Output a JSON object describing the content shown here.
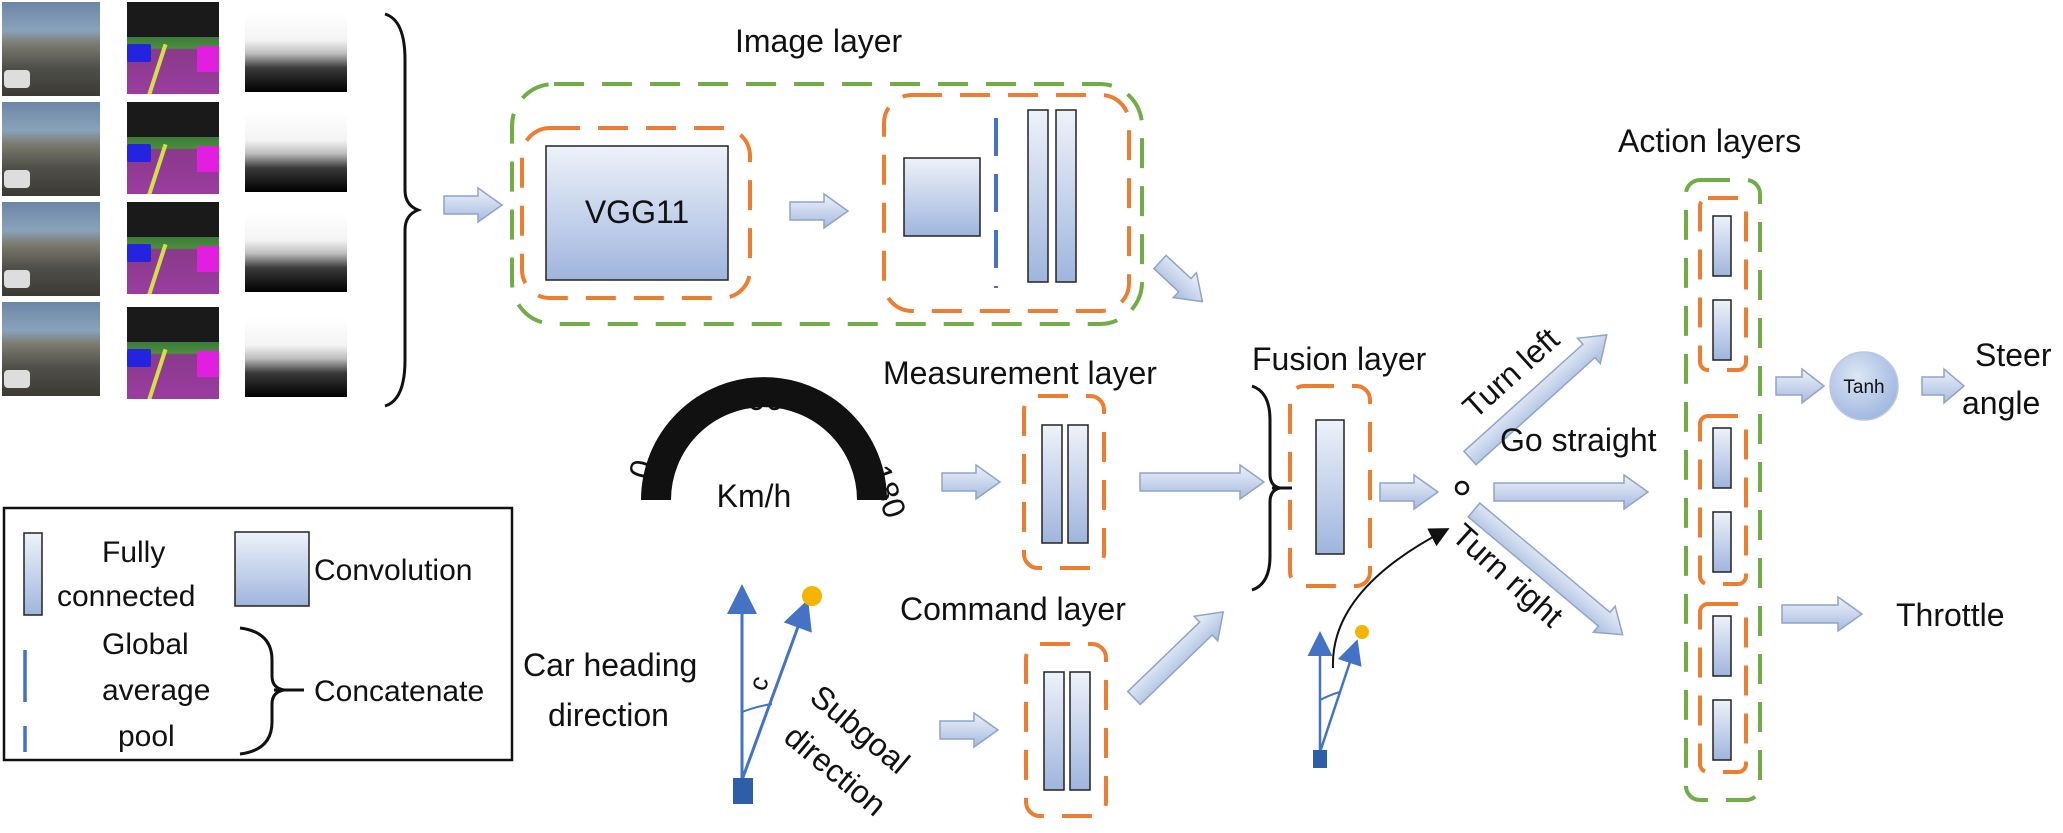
{
  "titles": {
    "image_layer": "Image layer",
    "measurement_layer": "Measurement layer",
    "command_layer": "Command layer",
    "fusion_layer": "Fusion layer",
    "action_layers": "Action layers"
  },
  "blocks": {
    "vgg": "VGG11",
    "tanh": "Tanh"
  },
  "outputs": {
    "steer_line1": "Steer",
    "steer_line2": "angle",
    "throttle": "Throttle"
  },
  "branches": {
    "turn_left": "Turn left",
    "go_straight": "Go straight",
    "turn_right": "Turn right"
  },
  "speedometer": {
    "min": "0",
    "mid": "90",
    "max": "180",
    "unit": "Km/h"
  },
  "heading": {
    "car_line1": "Car heading",
    "car_line2": "direction",
    "subgoal_line1": "Subgoal",
    "subgoal_line2": "direction",
    "angle_symbol": "c"
  },
  "legend": {
    "fc_line1": "Fully",
    "fc_line2": "connected",
    "conv": "Convolution",
    "gap_line1": "Global",
    "gap_line2": "average",
    "gap_line3": "pool",
    "concat": "Concatenate"
  },
  "colors": {
    "green_dash": "#70ad47",
    "orange_dash": "#ed7d31",
    "block_fill_top": "#dfe6f3",
    "block_fill_bottom": "#9bb1dc",
    "blue_line": "#4472c4",
    "tanh_fill": "#b4c7e7",
    "subgoal_dot": "#f4b400",
    "car_square": "#2e5ea8"
  }
}
